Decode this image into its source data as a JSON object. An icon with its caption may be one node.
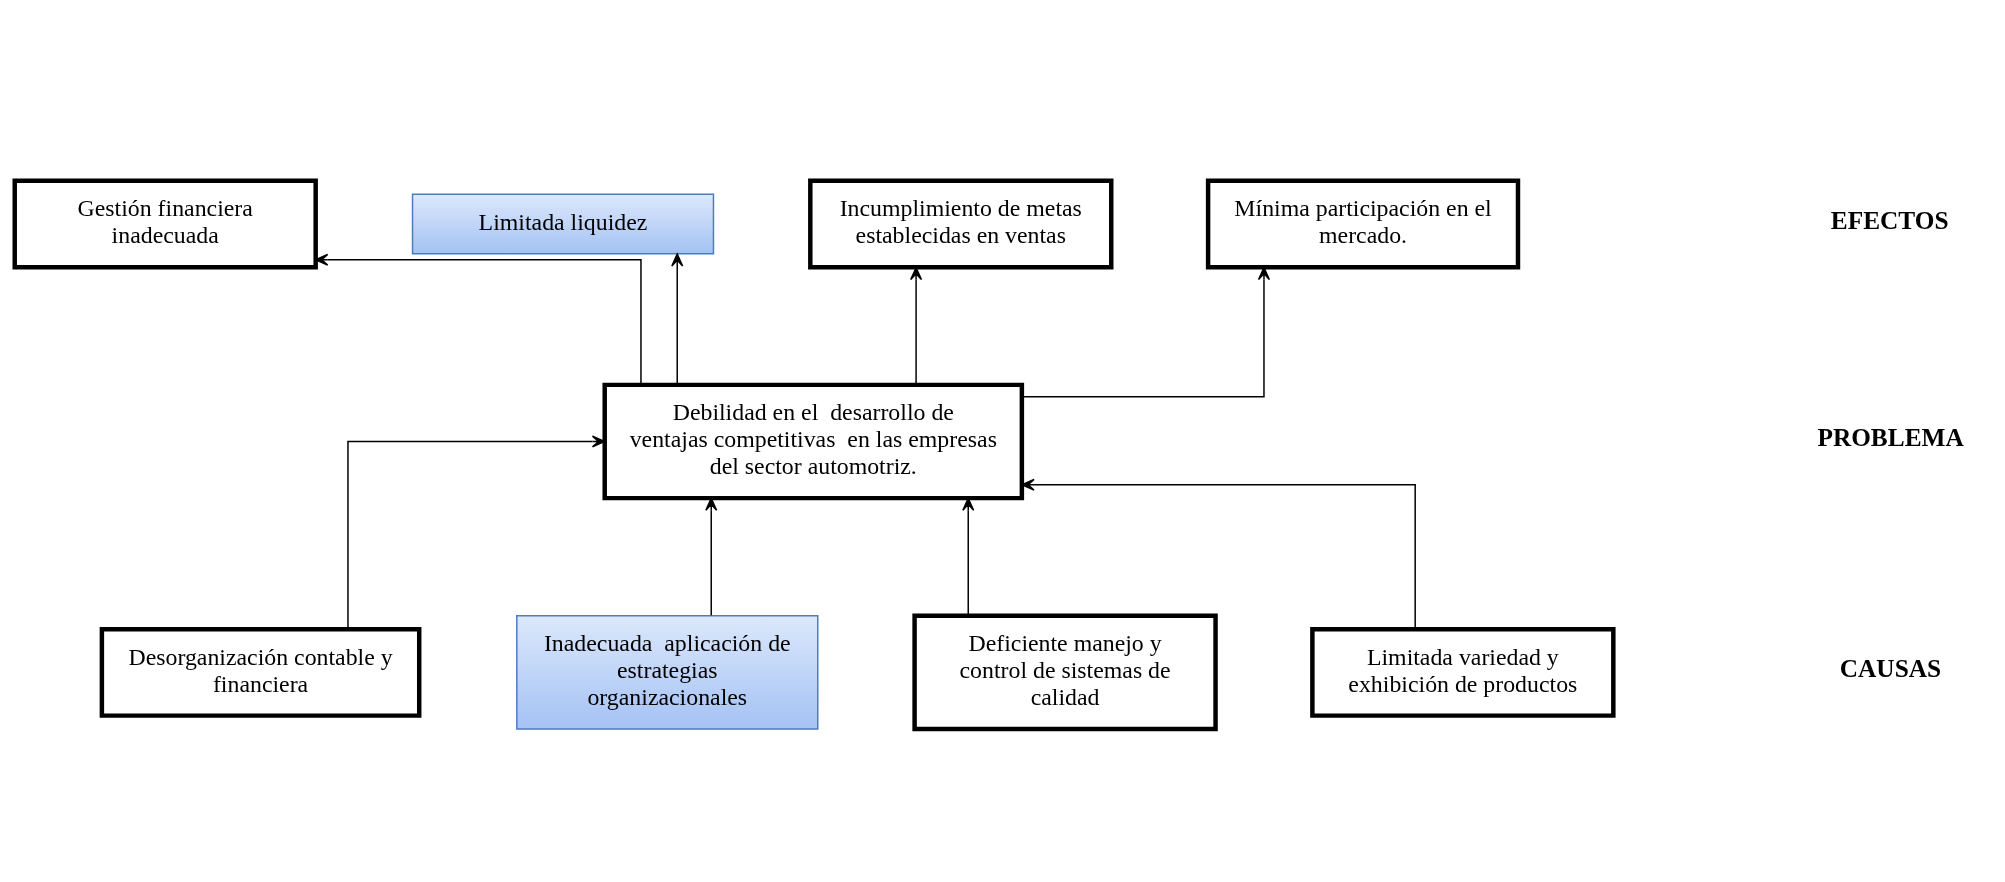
{
  "diagram": {
    "nodes": [
      {
        "text": [
          "Gestión financiera inadecuada"
        ]
      },
      {
        "text": [
          "Limitada liquidez"
        ]
      },
      {
        "text": [
          "Incumplimiento de metas establecidas en ventas"
        ]
      },
      {
        "text": [
          "Mínima participación en el mercado."
        ]
      },
      {
        "text": [
          "Debilidad en el  desarrollo de ventajas competitivas  en las empresas del sector automotriz."
        ]
      },
      {
        "text": [
          "Desorganización contable y financiera"
        ]
      },
      {
        "text": [
          "Inadecuada  aplicación de estrategias organizacionales"
        ]
      },
      {
        "text": [
          "Deficiente manejo y control de sistemas de calidad"
        ]
      },
      {
        "text": [
          "Limitada variedad y exhibición de productos"
        ]
      }
    ],
    "edges": [
      {
        "from": 4,
        "to": 0,
        "arrow": "to"
      },
      {
        "from": 4,
        "to": 1,
        "arrow": "to"
      },
      {
        "from": 4,
        "to": 2,
        "arrow": "to"
      },
      {
        "from": 4,
        "to": 3,
        "arrow": "to"
      },
      {
        "from": 5,
        "to": 4,
        "arrow": "to"
      },
      {
        "from": 6,
        "to": 4,
        "arrow": "to"
      },
      {
        "from": 7,
        "to": 4,
        "arrow": "to"
      },
      {
        "from": 8,
        "to": 4,
        "arrow": "to"
      }
    ],
    "labels": [
      "EFECTOS",
      "PROBLEMA",
      "CAUSAS"
    ]
  }
}
